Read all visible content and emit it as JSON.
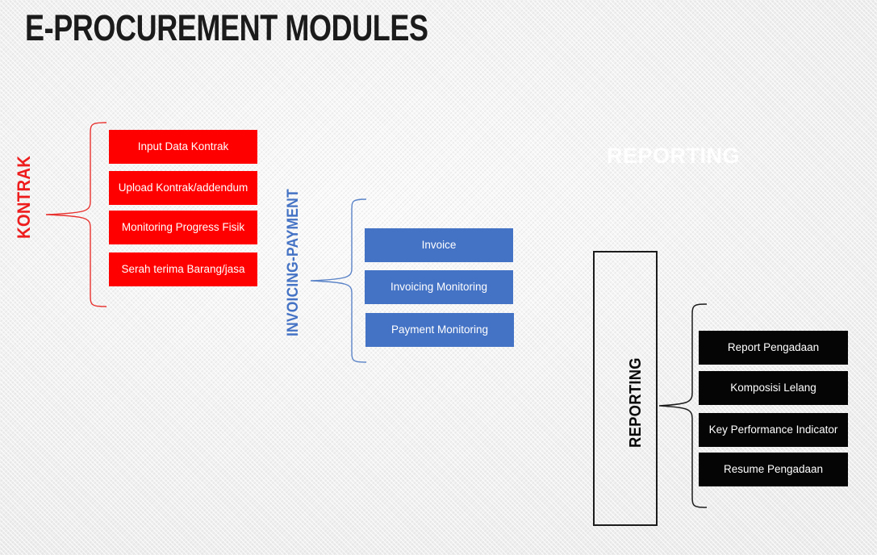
{
  "slide": {
    "title": "E-PROCUREMENT MODULES",
    "background_color": "#f3f3f3",
    "ghost_watermark": "REPORTING"
  },
  "groups": [
    {
      "id": "kontrak",
      "label": "KONTRAK",
      "color": "#fe0000",
      "brace_color": "#e8322f",
      "items": [
        {
          "label": "Input Data Kontrak"
        },
        {
          "label": "Upload Kontrak/addendum"
        },
        {
          "label": "Monitoring Progress Fisik"
        },
        {
          "label": "Serah terima Barang/jasa"
        }
      ]
    },
    {
      "id": "invoicing-payment",
      "label": "INVOICING-PAYMENT",
      "color": "#4472c4",
      "brace_color": "#5b84c8",
      "items": [
        {
          "label": "Invoice"
        },
        {
          "label": "Invoicing Monitoring"
        },
        {
          "label": "Payment Monitoring"
        }
      ]
    },
    {
      "id": "reporting",
      "label": "REPORTING",
      "color": "#050505",
      "brace_color": "#1c1c1c",
      "items": [
        {
          "label": "Report Pengadaan"
        },
        {
          "label": "Komposisi Lelang"
        },
        {
          "label": "Key Performance Indicator"
        },
        {
          "label": "Resume Pengadaan"
        }
      ]
    }
  ]
}
